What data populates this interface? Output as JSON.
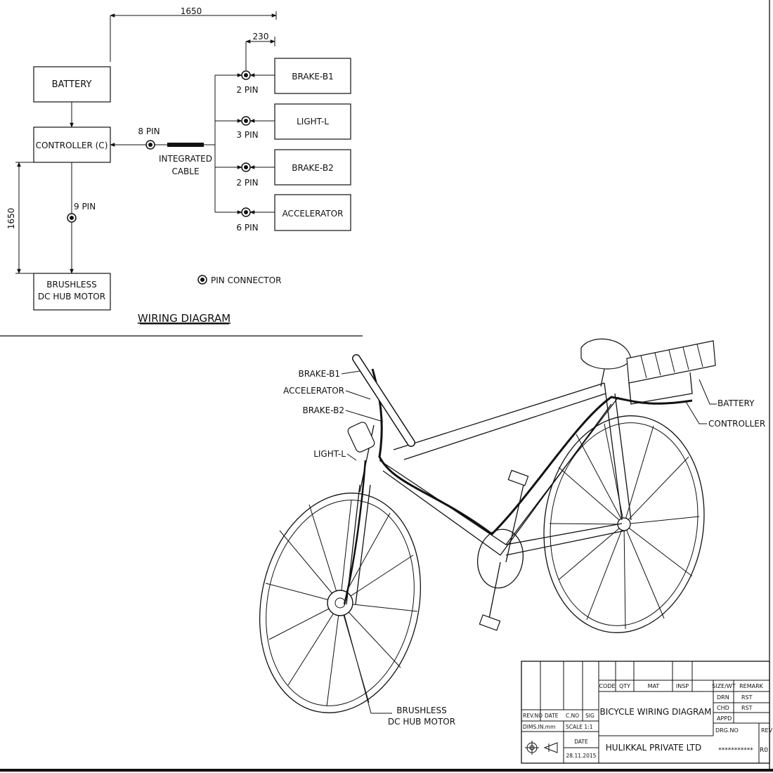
{
  "wiring": {
    "dim_top": "1650",
    "dim_small": "230",
    "dim_left": "1650",
    "battery": "BATTERY",
    "controller": "CONTROLLER (C)",
    "motor_line1": "BRUSHLESS",
    "motor_line2": "DC HUB MOTOR",
    "pin8": "8 PIN",
    "pin9": "9 PIN",
    "cable_line1": "INTEGRATED",
    "cable_line2": "CABLE",
    "brake_b1": "BRAKE-B1",
    "light_l": "LIGHT-L",
    "brake_b2": "BRAKE-B2",
    "accelerator": "ACCELERATOR",
    "pin_brake_b1": "2 PIN",
    "pin_light": "3 PIN",
    "pin_brake_b2": "2 PIN",
    "pin_accel": "6 PIN",
    "legend": "PIN CONNECTOR",
    "title": "WIRING DIAGRAM"
  },
  "bike_labels": {
    "brake_b1": "BRAKE-B1",
    "accelerator": "ACCELERATOR",
    "brake_b2": "BRAKE-B2",
    "light_l": "LIGHT-L",
    "battery": "BATTERY",
    "controller": "CONTROLLER",
    "motor_line1": "BRUSHLESS",
    "motor_line2": "DC HUB MOTOR"
  },
  "title_block": {
    "code": "CODE",
    "qty": "QTY",
    "mat": "MAT",
    "insp": "INSP",
    "size_wt": "SIZE/WT",
    "remark": "REMARK",
    "drn": "DRN",
    "drn_val": "RST",
    "chd": "CHD",
    "chd_val": "RST",
    "appd": "APPD",
    "drg_no": "DRG.NO",
    "rev": "REV",
    "drawing_title": "BICYCLE WIRING DIAGRAM",
    "company": "HULIKKAL PRIVATE LTD",
    "rev_no": "REV.NO",
    "date": "DATE",
    "c_no": "C.NO",
    "sig": "SIG",
    "dims": "DIMS.IN.mm",
    "scale": "SCALE  1:1",
    "date_label": "DATE",
    "date_val": "28.11.2015",
    "drg_val": "***********",
    "rev_val": "R0"
  }
}
